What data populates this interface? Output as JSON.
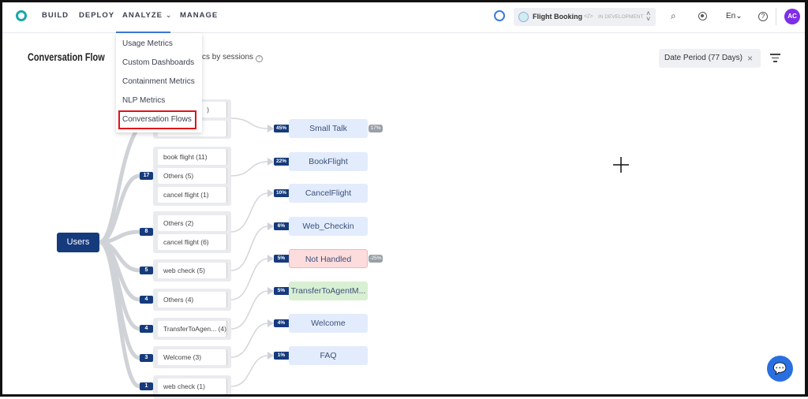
{
  "header": {
    "nav": [
      "BUILD",
      "DEPLOY",
      "ANALYZE",
      "MANAGE"
    ],
    "analyze_chevron": "⌄",
    "app_name": "Flight Booking",
    "env_code": "</>",
    "env": "IN DEVELOPMENT",
    "lang": "En",
    "avatar": "AC"
  },
  "menu": {
    "items": [
      "Usage Metrics",
      "Custom Dashboards",
      "Containment Metrics",
      "NLP Metrics",
      "Conversation Flows"
    ],
    "selected": "Conversation Flows"
  },
  "page": {
    "title": "Conversation Flow",
    "subtitle": "cs by sessions",
    "date_filter": "Date Period (77 Days)"
  },
  "flow": {
    "root": "Users",
    "groups": [
      {
        "count": "",
        "items": [
          ")",
          ""
        ],
        "intent": "Small Talk",
        "pct": "45%",
        "drop": "17%",
        "color": "#e2ecfc"
      },
      {
        "count": "17",
        "items": [
          "book flight (11)",
          "Others (5)",
          "cancel flight (1)"
        ],
        "intent": "BookFlight",
        "pct": "22%",
        "color": "#e2ecfc"
      },
      {
        "count": "8",
        "items": [
          "Others (2)",
          "cancel flight (6)"
        ],
        "intent": "CancelFlight",
        "pct": "10%",
        "color": "#e2ecfc"
      },
      {
        "count": "5",
        "items": [
          "web check (5)"
        ],
        "intent": "Web_Checkin",
        "pct": "6%",
        "color": "#e2ecfc"
      },
      {
        "count": "4",
        "items": [
          "Others (4)"
        ],
        "intent": "Not Handled",
        "pct": "5%",
        "drop": "-25%",
        "color": "#fcdcdc"
      },
      {
        "count": "4",
        "items": [
          "TransferToAgen... (4)"
        ],
        "intent": "TransferToAgentM...",
        "pct": "5%",
        "color": "#d9efd3"
      },
      {
        "count": "3",
        "items": [
          "Welcome (3)"
        ],
        "intent": "Welcome",
        "pct": "4%",
        "color": "#e2ecfc"
      },
      {
        "count": "1",
        "items": [
          "web check (1)"
        ],
        "intent": "FAQ",
        "pct": "1%",
        "color": "#e2ecfc"
      }
    ]
  }
}
